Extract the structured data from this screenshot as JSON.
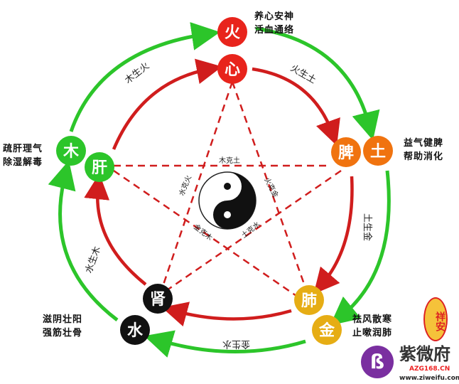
{
  "elements": {
    "fire": {
      "element": "火",
      "organ": "心",
      "color": "#e8241c",
      "desc": [
        "养心安神",
        "活血通络"
      ]
    },
    "earth": {
      "element": "土",
      "organ": "脾",
      "color": "#f0730f",
      "desc": [
        "益气健脾",
        "帮助消化"
      ]
    },
    "metal": {
      "element": "金",
      "organ": "肺",
      "color": "#e6ad14",
      "desc": [
        "祛风散寒",
        "止嗽润肺"
      ]
    },
    "water": {
      "element": "水",
      "organ": "肾",
      "color": "#111111",
      "desc": [
        "滋阴壮阳",
        "强筋壮骨"
      ]
    },
    "wood": {
      "element": "木",
      "organ": "肝",
      "color": "#2cc52a",
      "desc": [
        "疏肝理气",
        "除湿解毒"
      ]
    }
  },
  "generating": [
    "木生火",
    "火生土",
    "土生金",
    "金生水",
    "水生木"
  ],
  "controlling": [
    "木克土",
    "火克金",
    "土克水",
    "金克木",
    "水克火"
  ],
  "watermark": {
    "seal": "祥安",
    "brand": "紫微府",
    "code": "AZG168.CN",
    "url": "www.ziweifu.com"
  }
}
